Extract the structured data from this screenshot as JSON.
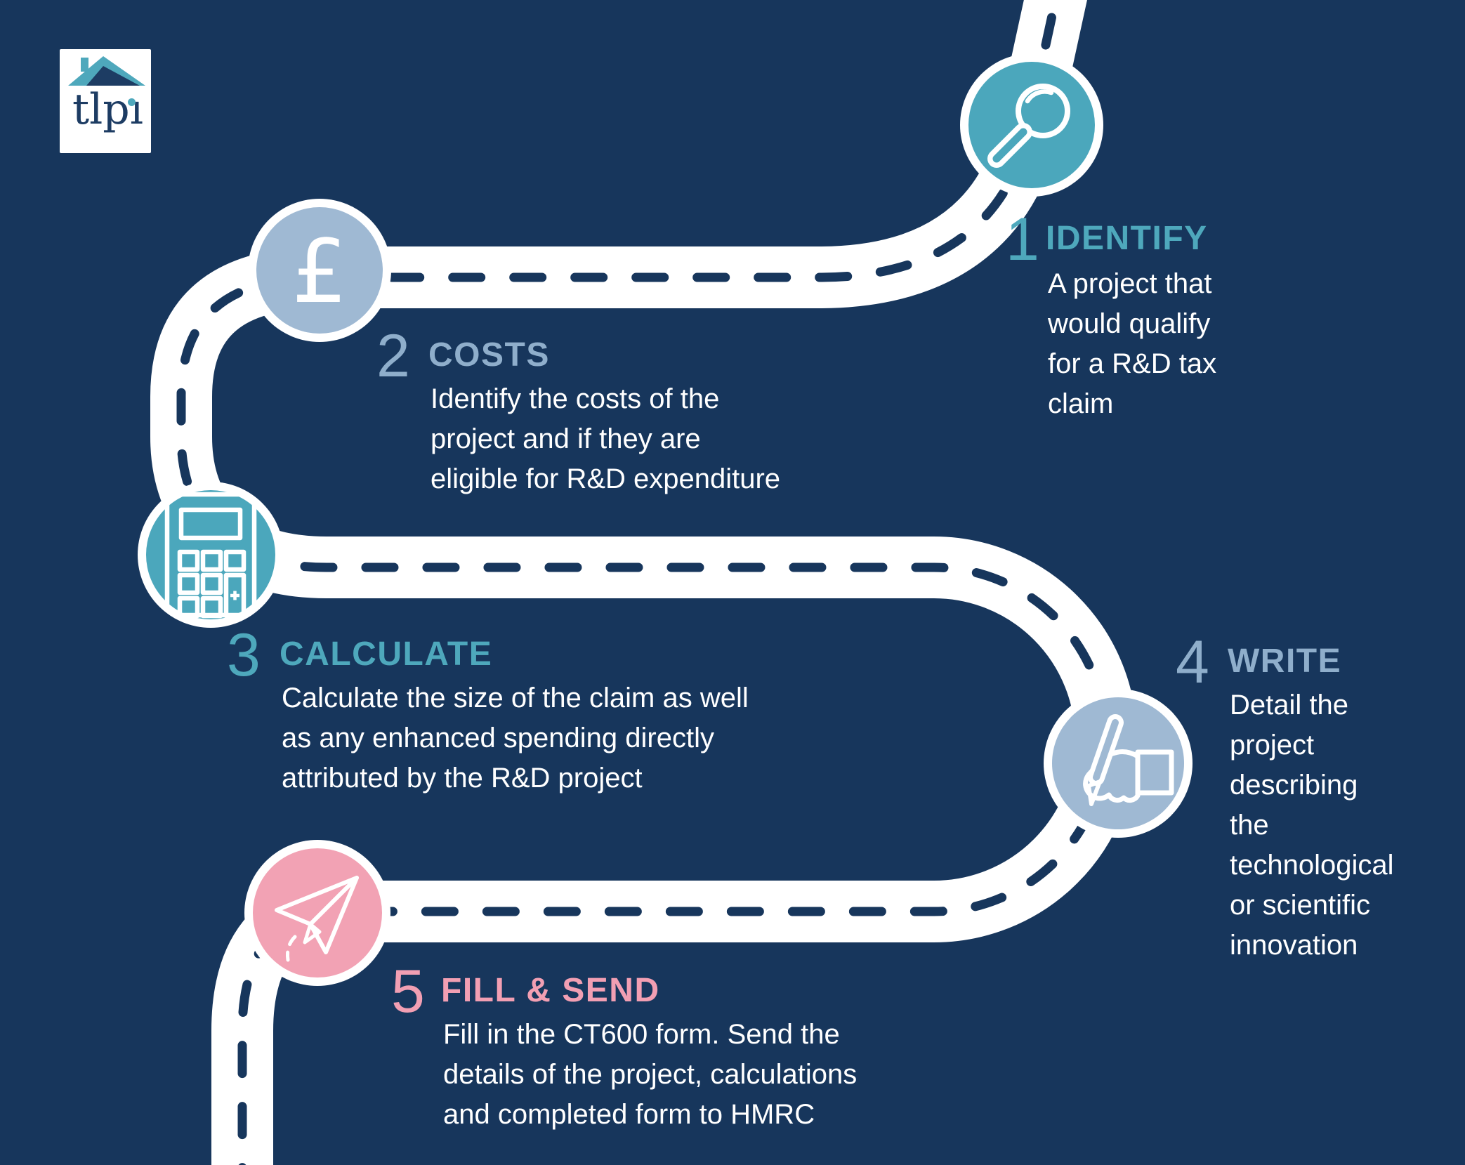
{
  "logo": {
    "text": "tlpi",
    "roof_icon": "house-roof-icon",
    "colors": {
      "teal": "#4EA8BC",
      "navy": "#1d3c63",
      "box": "#ffffff"
    }
  },
  "colors": {
    "background": "#17365C",
    "road": "#ffffff",
    "road_dash": "#17365C",
    "teal_accent": "#4EA8BC",
    "teal_circle": "#4BA7BC",
    "steel_accent": "#8FAECB",
    "steel_circle": "#9FB9D3",
    "pink_accent": "#F29FB3",
    "pink_circle": "#F2A2B4",
    "body_text": "#ffffff"
  },
  "icons": {
    "pound_symbol": "£",
    "calculator_plus": "+"
  },
  "steps": [
    {
      "number": "1",
      "title": "IDENTIFY",
      "icon": "magnifier-icon",
      "accent": "teal",
      "lines": [
        "A project that",
        "would qualify",
        "for a R&D tax",
        "claim"
      ]
    },
    {
      "number": "2",
      "title": "COSTS",
      "icon": "pound-icon",
      "accent": "steel",
      "lines": [
        "Identify the costs of the",
        "project and if they are",
        "eligible for R&D expenditure"
      ]
    },
    {
      "number": "3",
      "title": "CALCULATE",
      "icon": "calculator-icon",
      "accent": "teal",
      "lines": [
        "Calculate the size of the claim as well",
        "as any enhanced spending directly",
        "attributed by the R&D project"
      ]
    },
    {
      "number": "4",
      "title": "WRITE",
      "icon": "writing-hand-icon",
      "accent": "steel",
      "lines": [
        "Detail the",
        "project",
        "describing",
        "the",
        "technological",
        "or scientific",
        "innovation"
      ]
    },
    {
      "number": "5",
      "title": "FILL & SEND",
      "icon": "paper-plane-icon",
      "accent": "pink",
      "lines": [
        "Fill in the CT600 form. Send the",
        "details of the project, calculations",
        "and completed form to HMRC"
      ]
    }
  ]
}
